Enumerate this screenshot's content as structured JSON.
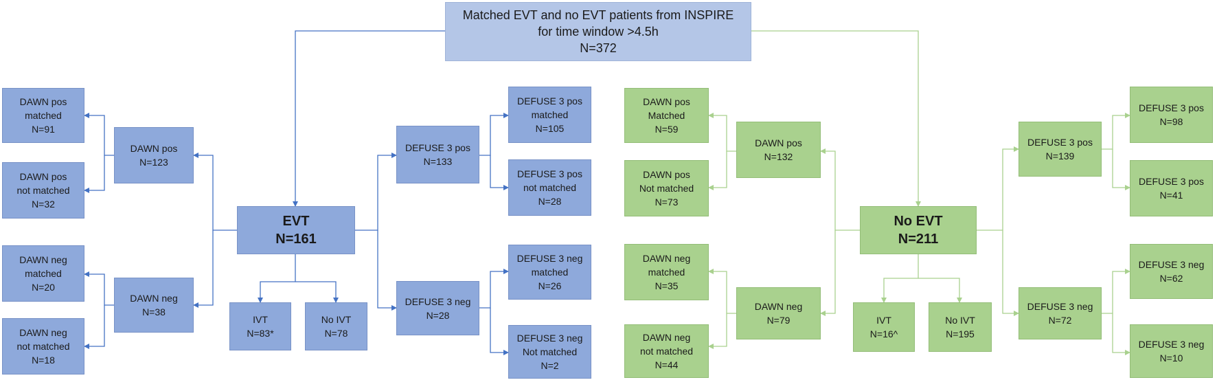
{
  "colors": {
    "evt_box": "#8ea9db",
    "evt_line": "#4472c4",
    "noevt_box": "#a9d18e",
    "noevt_line": "#a9d18e",
    "top_box": "#b4c6e7"
  },
  "top": {
    "line1": "Matched EVT and no EVT patients from INSPIRE",
    "line2": "for time window >4.5h",
    "line3": "N=372"
  },
  "evt": {
    "main": {
      "line1": "EVT",
      "line2": "N=161"
    },
    "dawn_pos": {
      "line1": "DAWN pos",
      "line2": "N=123"
    },
    "dawn_pos_matched": {
      "line1": "DAWN pos",
      "line2": "matched",
      "line3": "N=91"
    },
    "dawn_pos_not_matched": {
      "line1": "DAWN pos",
      "line2": "not matched",
      "line3": "N=32"
    },
    "dawn_neg": {
      "line1": "DAWN neg",
      "line2": "N=38"
    },
    "dawn_neg_matched": {
      "line1": "DAWN neg",
      "line2": "matched",
      "line3": "N=20"
    },
    "dawn_neg_not_matched": {
      "line1": "DAWN neg",
      "line2": "not matched",
      "line3": "N=18"
    },
    "defuse_pos": {
      "line1": "DEFUSE 3 pos",
      "line2": "N=133"
    },
    "defuse_pos_matched": {
      "line1": "DEFUSE 3 pos",
      "line2": "matched",
      "line3": "N=105"
    },
    "defuse_pos_not_matched": {
      "line1": "DEFUSE 3 pos",
      "line2": "not matched",
      "line3": "N=28"
    },
    "defuse_neg": {
      "line1": "DEFUSE 3 neg",
      "line2": "N=28"
    },
    "defuse_neg_matched": {
      "line1": "DEFUSE 3 neg",
      "line2": "matched",
      "line3": "N=26"
    },
    "defuse_neg_not_matched": {
      "line1": "DEFUSE 3 neg",
      "line2": "Not matched",
      "line3": "N=2"
    },
    "ivt": {
      "line1": "IVT",
      "line2": "N=83*"
    },
    "no_ivt": {
      "line1": "No IVT",
      "line2": "N=78"
    }
  },
  "noevt": {
    "main": {
      "line1": "No EVT",
      "line2": "N=211"
    },
    "dawn_pos": {
      "line1": "DAWN pos",
      "line2": "N=132"
    },
    "dawn_pos_matched": {
      "line1": "DAWN pos",
      "line2": "Matched",
      "line3": "N=59"
    },
    "dawn_pos_not_matched": {
      "line1": "DAWN pos",
      "line2": "Not matched",
      "line3": "N=73"
    },
    "dawn_neg": {
      "line1": "DAWN neg",
      "line2": "N=79"
    },
    "dawn_neg_matched": {
      "line1": "DAWN neg",
      "line2": "matched",
      "line3": "N=35"
    },
    "dawn_neg_not_matched": {
      "line1": "DAWN neg",
      "line2": "not matched",
      "line3": "N=44"
    },
    "defuse_pos": {
      "line1": "DEFUSE 3 pos",
      "line2": "N=139"
    },
    "defuse_pos_a": {
      "line1": "DEFUSE 3 pos",
      "line2": "N=98"
    },
    "defuse_pos_b": {
      "line1": "DEFUSE 3 pos",
      "line2": "N=41"
    },
    "defuse_neg": {
      "line1": "DEFUSE 3 neg",
      "line2": "N=72"
    },
    "defuse_neg_a": {
      "line1": "DEFUSE 3 neg",
      "line2": "N=62"
    },
    "defuse_neg_b": {
      "line1": "DEFUSE 3 neg",
      "line2": "N=10"
    },
    "ivt": {
      "line1": "IVT",
      "line2": "N=16^"
    },
    "no_ivt": {
      "line1": "No IVT",
      "line2": "N=195"
    }
  }
}
